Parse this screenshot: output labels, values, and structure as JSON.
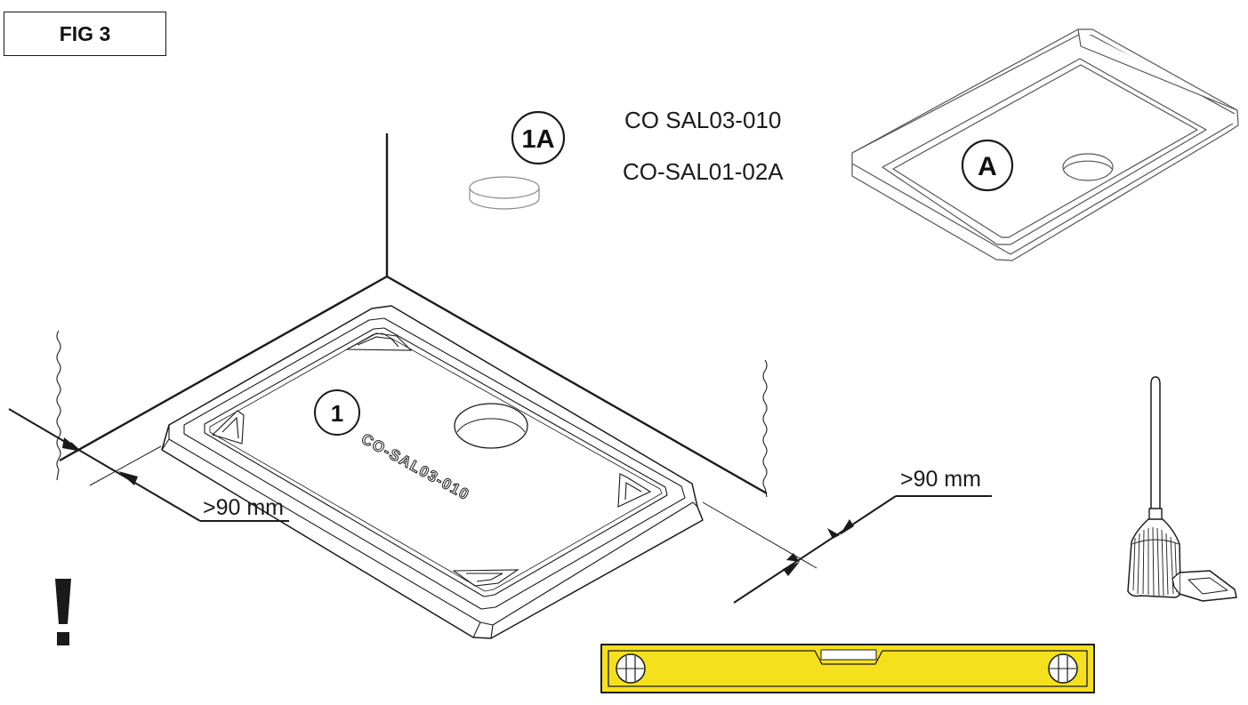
{
  "figure": {
    "label": "FIG 3"
  },
  "parts": {
    "tray_callout": "1",
    "tray_engraving": "CO-SAL03-010",
    "cap_callout": "1A",
    "cover_callout": "A",
    "code_top": "CO SAL03-010",
    "code_bottom": "CO-SAL01-02A"
  },
  "dimensions": {
    "left_clearance": ">90 mm",
    "right_clearance": ">90 mm"
  },
  "warning": {
    "symbol": "!"
  },
  "colors": {
    "level_yellow": "#f5e01e",
    "ink": "#1a1a1a"
  },
  "icons": [
    "broom-icon",
    "dustpan-icon",
    "spirit-level-icon",
    "warning-icon"
  ]
}
